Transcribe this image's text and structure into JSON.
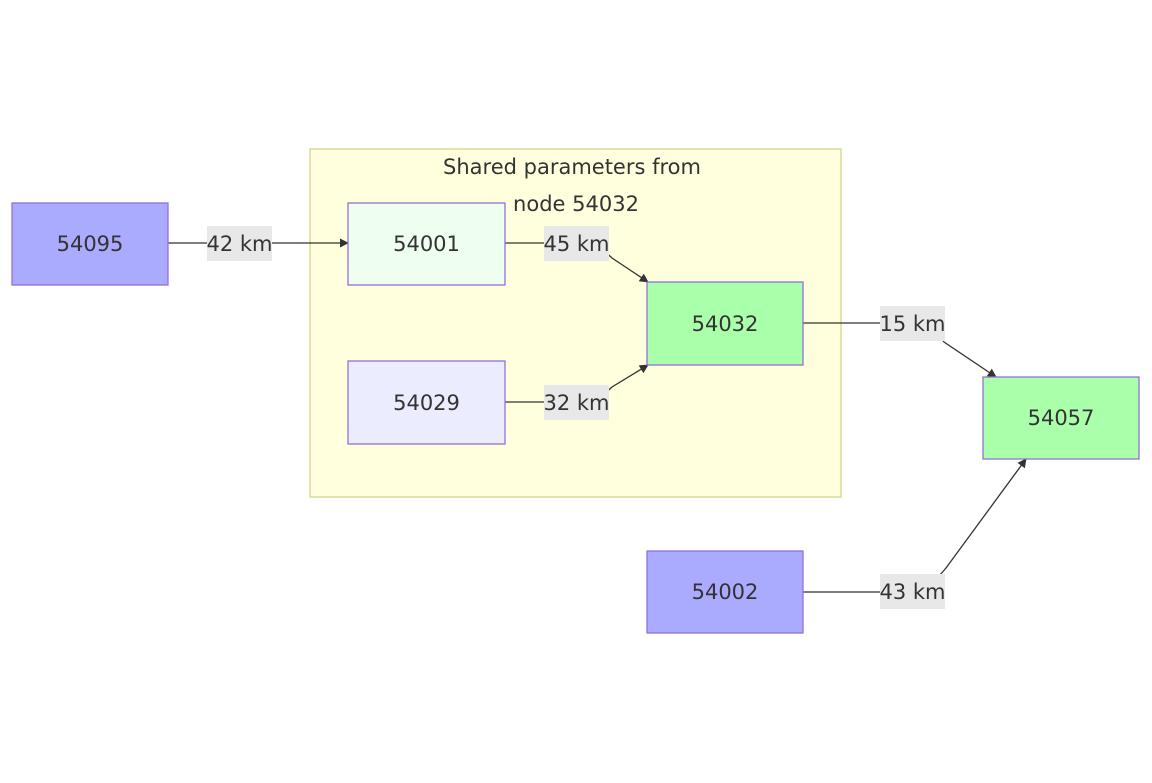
{
  "group": {
    "title_line1": "Shared parameters from",
    "title_line2": "node 54032",
    "fill": "#ffffde",
    "stroke": "#d4d48a"
  },
  "nodes": {
    "n54095": {
      "label": "54095",
      "fill": "#aaaaff",
      "stroke": "#9370db"
    },
    "n54001": {
      "label": "54001",
      "fill": "#eefff0",
      "stroke": "#9370db"
    },
    "n54029": {
      "label": "54029",
      "fill": "#ececff",
      "stroke": "#9370db"
    },
    "n54032": {
      "label": "54032",
      "fill": "#aaffaa",
      "stroke": "#9370db"
    },
    "n54057": {
      "label": "54057",
      "fill": "#aaffaa",
      "stroke": "#9370db"
    },
    "n54002": {
      "label": "54002",
      "fill": "#aaaaff",
      "stroke": "#9370db"
    }
  },
  "edges": {
    "e54095_54001": {
      "label": "42 km"
    },
    "e54001_54032": {
      "label": "45 km"
    },
    "e54029_54032": {
      "label": "32 km"
    },
    "e54032_54057": {
      "label": "15 km"
    },
    "e54002_54057": {
      "label": "43 km"
    }
  },
  "colors": {
    "edge": "#333333",
    "edge_label_bg": "#e8e8e8",
    "text": "#333333"
  }
}
